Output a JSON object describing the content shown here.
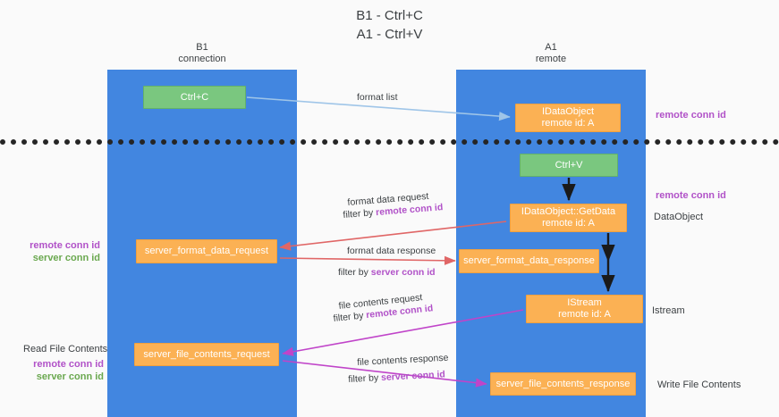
{
  "title": "B1 - Ctrl+C\nA1 - Ctrl+V",
  "title_line1": "B1 - Ctrl+C",
  "title_line2": "A1 - Ctrl+V",
  "colors": {
    "lane": "#4286e0",
    "green_node": "#7ac77f",
    "orange_node": "#fbb154",
    "purple_text": "#b152c8",
    "green_text": "#6aa84f",
    "arrow_blue": "#9fc5e8",
    "arrow_red": "#e06666",
    "arrow_magenta": "#c044c9",
    "arrow_black": "#1a1a1a",
    "background": "#fafafa",
    "divider": "#252525"
  },
  "lanes": [
    {
      "id": "b1",
      "name": "B1",
      "role": "connection"
    },
    {
      "id": "a1",
      "name": "A1",
      "role": "remote"
    }
  ],
  "nodes": {
    "ctrl_c": {
      "line1": "Ctrl+C",
      "line2": ""
    },
    "dataobject_remote": {
      "line1": "IDataObject",
      "line2": "remote id: A"
    },
    "ctrl_v": {
      "line1": "Ctrl+V",
      "line2": ""
    },
    "getdata": {
      "line1": "IDataObject::GetData",
      "line2": "remote id: A"
    },
    "server_format_data_request": {
      "line1": "server_format_data_request",
      "line2": ""
    },
    "server_format_data_response": {
      "line1": "server_format_data_response",
      "line2": ""
    },
    "istream": {
      "line1": "IStream",
      "line2": "remote id: A"
    },
    "server_file_contents_request": {
      "line1": "server_file_contents_request",
      "line2": ""
    },
    "server_file_contents_response": {
      "line1": "server_file_contents_response",
      "line2": ""
    }
  },
  "edge_labels": {
    "format_list": "format list",
    "format_data_request": "format data request",
    "format_data_request_filter_prefix": "filter by ",
    "format_data_request_filter_key": "remote conn id",
    "format_data_response": "format data response",
    "format_data_response_filter_prefix": "filter by ",
    "format_data_response_filter_key": "server conn id",
    "file_contents_request": "file contents request",
    "file_contents_request_filter_prefix": "filter by ",
    "file_contents_request_filter_key": "remote conn id",
    "file_contents_response": "file contents response",
    "file_contents_response_filter_prefix": "filter by ",
    "file_contents_response_filter_key": "server conn id"
  },
  "annotations": {
    "remote_conn_id_top": "remote conn id",
    "remote_conn_id_mid": "remote conn id",
    "dataobject": "DataObject",
    "istream": "Istream",
    "write_file_contents": "Write File Contents",
    "read_file_contents": "Read File Contents",
    "left_remote_conn_id_1": "remote conn id",
    "left_server_conn_id_1": "server conn id",
    "left_remote_conn_id_2": "remote conn id",
    "left_server_conn_id_2": "server conn id"
  }
}
